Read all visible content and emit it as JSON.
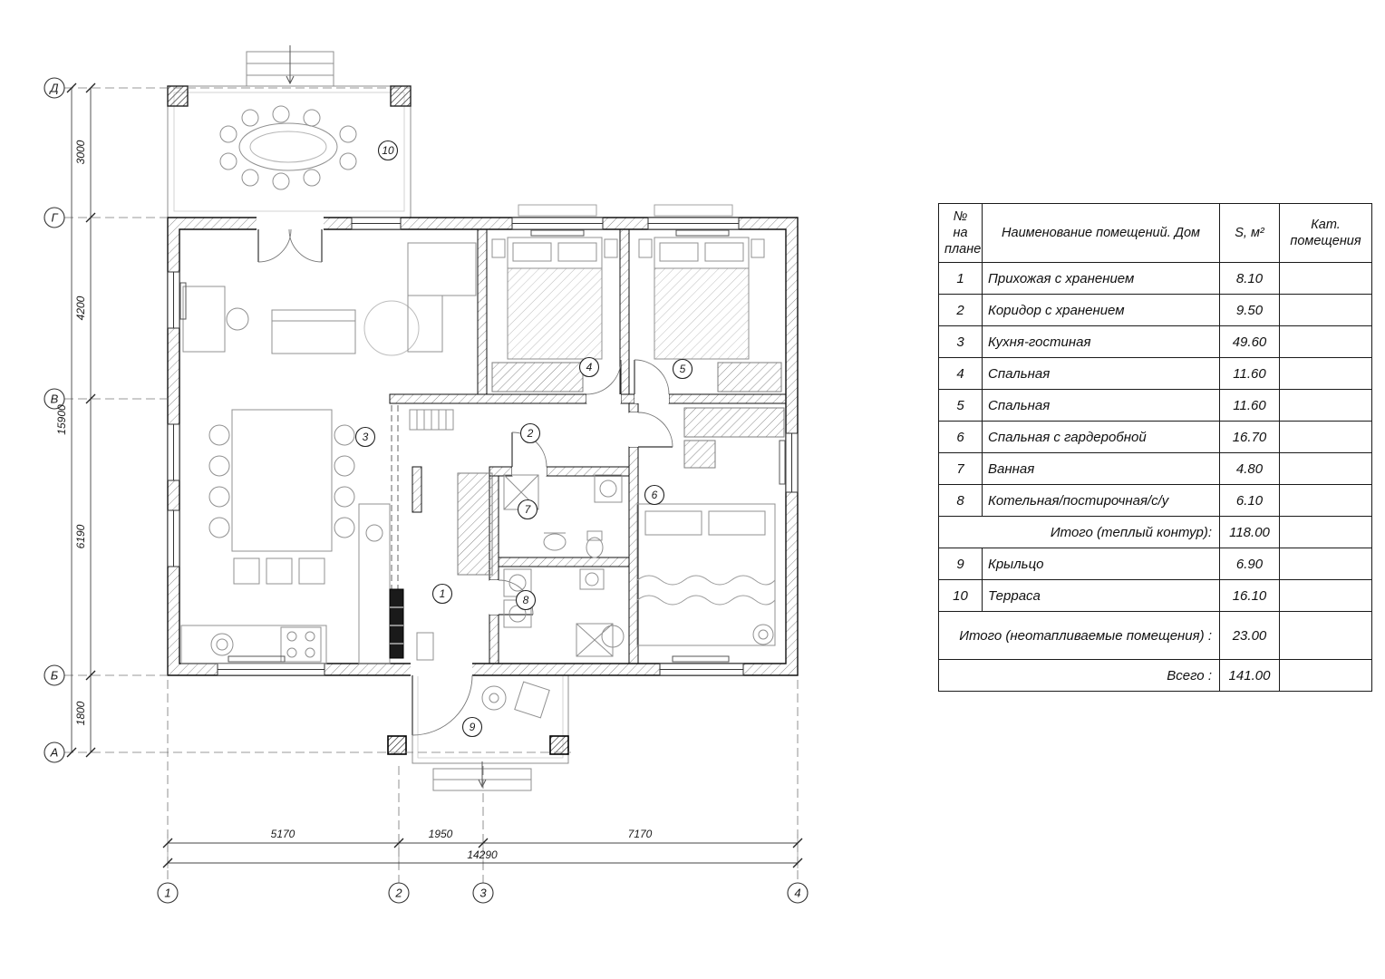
{
  "plan": {
    "row_axes": [
      "Д",
      "Г",
      "В",
      "Б",
      "А"
    ],
    "col_axes": [
      "1",
      "2",
      "3",
      "4"
    ],
    "v_dims": {
      "seg1": "3000",
      "seg2": "4200",
      "seg3": "6190",
      "seg4": "1800",
      "total": "15900"
    },
    "h_dims": {
      "seg1": "5170",
      "seg2": "1950",
      "seg3": "7170",
      "total": "14290"
    },
    "rooms": [
      "1",
      "2",
      "3",
      "4",
      "5",
      "6",
      "7",
      "8",
      "9",
      "10"
    ]
  },
  "table": {
    "headers": {
      "num": "№ на плане",
      "name": "Наименование помещений. Дом",
      "area": "S, м²",
      "cat": "Кат. помещения"
    },
    "rows": [
      {
        "num": "1",
        "name": "Прихожая с хранением",
        "area": "8.10"
      },
      {
        "num": "2",
        "name": "Коридор с хранением",
        "area": "9.50"
      },
      {
        "num": "3",
        "name": "Кухня-гостиная",
        "area": "49.60"
      },
      {
        "num": "4",
        "name": "Спальная",
        "area": "11.60"
      },
      {
        "num": "5",
        "name": "Спальная",
        "area": "11.60"
      },
      {
        "num": "6",
        "name": "Спальная с гардеробной",
        "area": "16.70"
      },
      {
        "num": "7",
        "name": "Ванная",
        "area": "4.80"
      },
      {
        "num": "8",
        "name": "Котельная/постирочная/с/у",
        "area": "6.10"
      },
      {
        "num": "",
        "name": "Итого (теплый контур):",
        "area": "118.00"
      },
      {
        "num": "9",
        "name": "Крыльцо",
        "area": "6.90"
      },
      {
        "num": "10",
        "name": "Терраса",
        "area": "16.10"
      },
      {
        "num": "",
        "name": "Итого (неотапливаемые помещения) :",
        "area": "23.00"
      },
      {
        "num": "",
        "name": "Всего :",
        "area": "141.00"
      }
    ]
  }
}
